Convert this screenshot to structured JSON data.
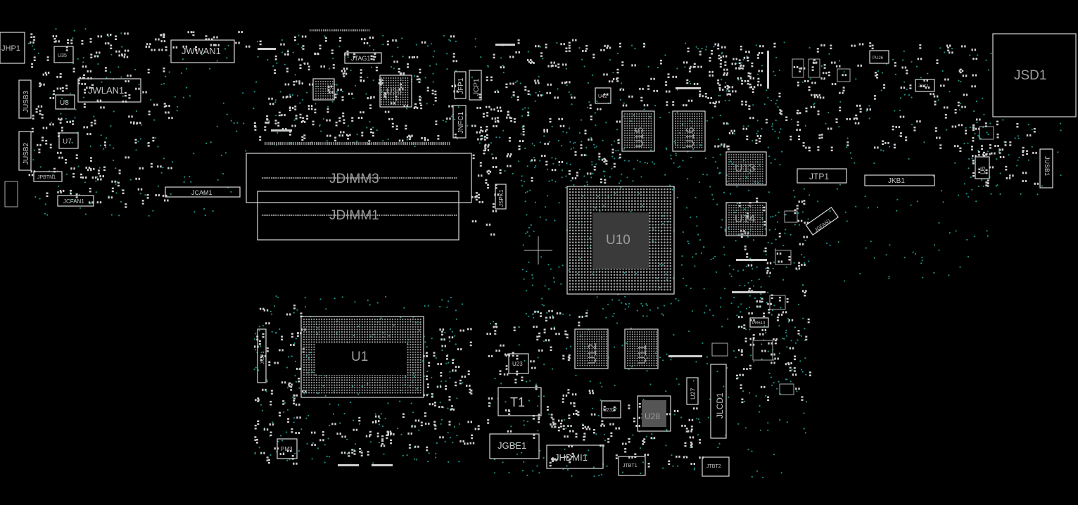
{
  "colors": {
    "background": "#000000",
    "outline": "#d8d8d8",
    "label": "#c8c8c8",
    "via": "#1f8f86"
  },
  "components": [
    {
      "id": "jhp1",
      "label": "JHP1"
    },
    {
      "id": "u35",
      "label": "U35"
    },
    {
      "id": "jwwan1",
      "label": "JWWAN1"
    },
    {
      "id": "jwlan1",
      "label": "JWLAN1"
    },
    {
      "id": "u8",
      "label": "U8"
    },
    {
      "id": "jusb3",
      "label": "JUSB3"
    },
    {
      "id": "u7",
      "label": "U7"
    },
    {
      "id": "jusb2",
      "label": "JUSB2"
    },
    {
      "id": "jpbtn1",
      "label": "JPBTN1"
    },
    {
      "id": "jcfan1",
      "label": "JCFAN1"
    },
    {
      "id": "jcam1",
      "label": "JCAM1"
    },
    {
      "id": "jtag1",
      "label": "JTAG1"
    },
    {
      "id": "u36",
      "label": "U36"
    },
    {
      "id": "jfp1",
      "label": "JFP1"
    },
    {
      "id": "jcp1",
      "label": "JCP1"
    },
    {
      "id": "jnfc1",
      "label": "JNFC1"
    },
    {
      "id": "jdimm3",
      "label": "JDIMM3"
    },
    {
      "id": "jdimm1",
      "label": "JDIMM1"
    },
    {
      "id": "jspk1",
      "label": "JSPK1"
    },
    {
      "id": "u42",
      "label": "U42"
    },
    {
      "id": "u15",
      "label": "U15"
    },
    {
      "id": "u16",
      "label": "U16"
    },
    {
      "id": "u13",
      "label": "U13"
    },
    {
      "id": "u14",
      "label": "U14"
    },
    {
      "id": "jtp1",
      "label": "JTP1"
    },
    {
      "id": "jkb1",
      "label": "JKB1"
    },
    {
      "id": "jgfan1",
      "label": "JGFAN1"
    },
    {
      "id": "u10",
      "label": "U10"
    },
    {
      "id": "jsd1",
      "label": "JSD1"
    },
    {
      "id": "jsc1",
      "label": "JSC1"
    },
    {
      "id": "u6",
      "label": "U6"
    },
    {
      "id": "jusb1",
      "label": "JUSB1"
    },
    {
      "id": "pu26",
      "label": "PU26"
    },
    {
      "id": "u1",
      "label": "U1"
    },
    {
      "id": "jxdp1",
      "label": "JXDP1"
    },
    {
      "id": "u12",
      "label": "U12"
    },
    {
      "id": "u11",
      "label": "U11"
    },
    {
      "id": "u23",
      "label": "U23"
    },
    {
      "id": "t1",
      "label": "T1"
    },
    {
      "id": "jgbe1",
      "label": "JGBE1"
    },
    {
      "id": "jhdmi1",
      "label": "JHDMI1"
    },
    {
      "id": "u232",
      "label": "U232"
    },
    {
      "id": "u28",
      "label": "U28"
    },
    {
      "id": "u27",
      "label": "U27"
    },
    {
      "id": "jlcd1",
      "label": "JLCD1"
    },
    {
      "id": "jtbt1",
      "label": "JTBT1"
    },
    {
      "id": "jtbt2",
      "label": "JTBT2"
    },
    {
      "id": "pm3",
      "label": "PM3"
    },
    {
      "id": "pr613",
      "label": "PR613"
    }
  ]
}
